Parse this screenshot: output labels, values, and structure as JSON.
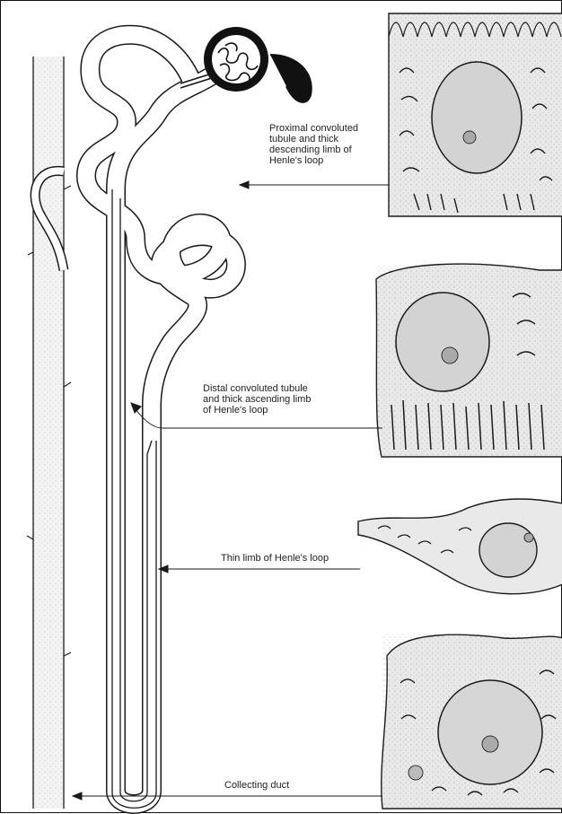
{
  "labels": {
    "proximal": "Proximal convoluted\ntubule and thick\ndescending limb of\nHenle's loop",
    "distal": "Distal convoluted tubule\nand thick ascending limb\nof Henle's loop",
    "thin": "Thin limb of Henle's loop",
    "collecting": "Collecting duct"
  },
  "colors": {
    "ink": "#1a1a1a",
    "tubule_fill": "#ffffff",
    "cell_fill": "#e6e6e6",
    "nucleus_fill": "#d0d0d0",
    "glomerulus": "#111111"
  }
}
